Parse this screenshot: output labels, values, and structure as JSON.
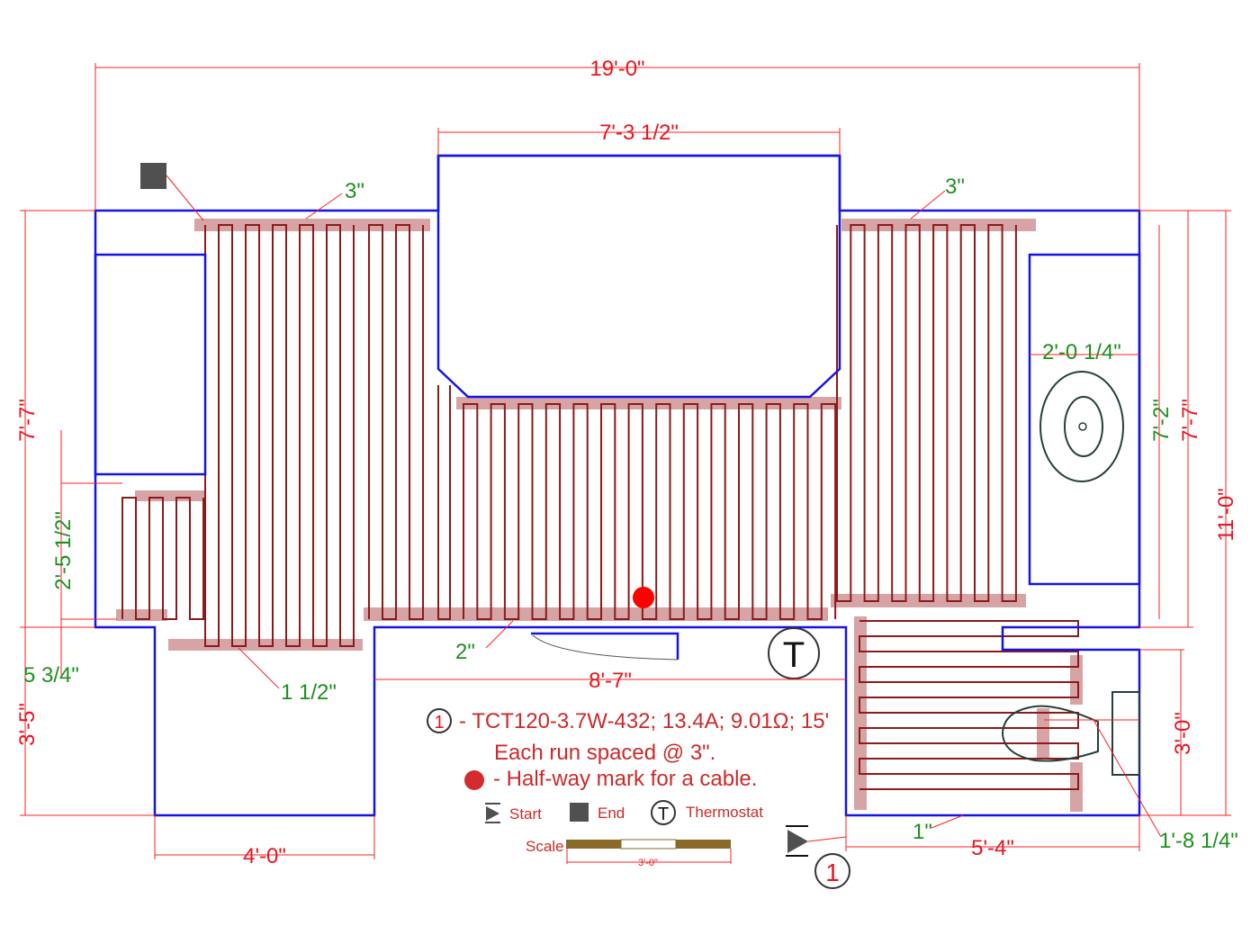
{
  "dimensions": {
    "overall_width": "19'-0\"",
    "island_width": "7'-3 1/2\"",
    "top_left_gap": "3\"",
    "top_right_gap": "3\"",
    "left_height": "7'-7\"",
    "left_lower_height": "3'-5\"",
    "left_inner": "2'-5 1/2\"",
    "left_small": "5 3/4\"",
    "bottom_gap_1": "1 1/2\"",
    "bottom_gap_2": "2\"",
    "hall_width": "8'-7\"",
    "bottom_left_width": "4'-0\"",
    "vanity_width": "2'-0 1/4\"",
    "right_height_inner": "7'-2\"",
    "right_height": "7'-7\"",
    "overall_height": "11'-0\"",
    "bath_height": "3'-0\"",
    "toilet_offset": "1'-8 1/4\"",
    "bath_gap": "1\"",
    "bath_width": "5'-4\""
  },
  "legend": {
    "cable_number": "1",
    "cable_spec": "- TCT120-3.7W-432; 13.4A; 9.01Ω; 15'",
    "spacing_note": "Each run spaced @ 3\".",
    "halfway_note": "- Half-way mark for a cable.",
    "start_label": "Start",
    "end_label": "End",
    "thermostat_symbol": "T",
    "thermostat_label": "Thermostat",
    "scale_label": "Scale",
    "scale_value": "3'-0\""
  },
  "markers": {
    "thermostat": "T",
    "cable_start_number": "1"
  },
  "colors": {
    "wall": "#1414e6",
    "cable": "#8b1a1a",
    "dimension": "#ff2020",
    "halfway": "#ff0000"
  }
}
